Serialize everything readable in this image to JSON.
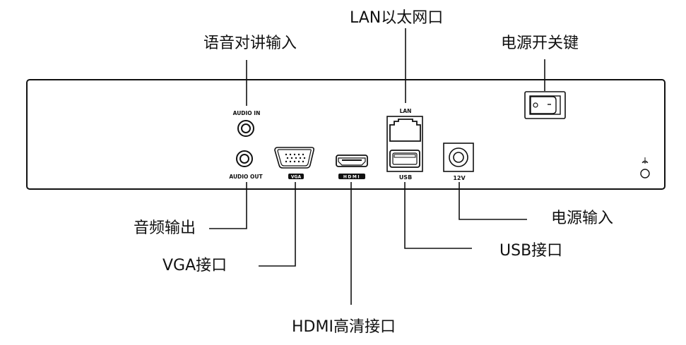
{
  "callouts": {
    "audio_in": "语音对讲输入",
    "lan": "LAN以太网口",
    "power_switch": "电源开关键",
    "audio_out": "音频输出",
    "vga": "VGA接口",
    "hdmi": "HDMI高清接口",
    "usb": "USB接口",
    "power_input": "电源输入"
  },
  "panel_labels": {
    "audio_in": "AUDIO IN",
    "audio_out": "AUDIO OUT",
    "vga": "VGA",
    "hdmi": "HDMI",
    "lan": "LAN",
    "usb": "USB",
    "power": "12V"
  },
  "icons": {
    "audio_in": "rca-jack-icon",
    "audio_out": "rca-jack-icon",
    "vga": "vga-port-icon",
    "hdmi": "hdmi-port-icon",
    "lan": "rj45-port-icon",
    "usb": "usb-port-icon",
    "power": "dc-jack-icon",
    "switch": "rocker-switch-icon",
    "ground": "ground-icon"
  }
}
